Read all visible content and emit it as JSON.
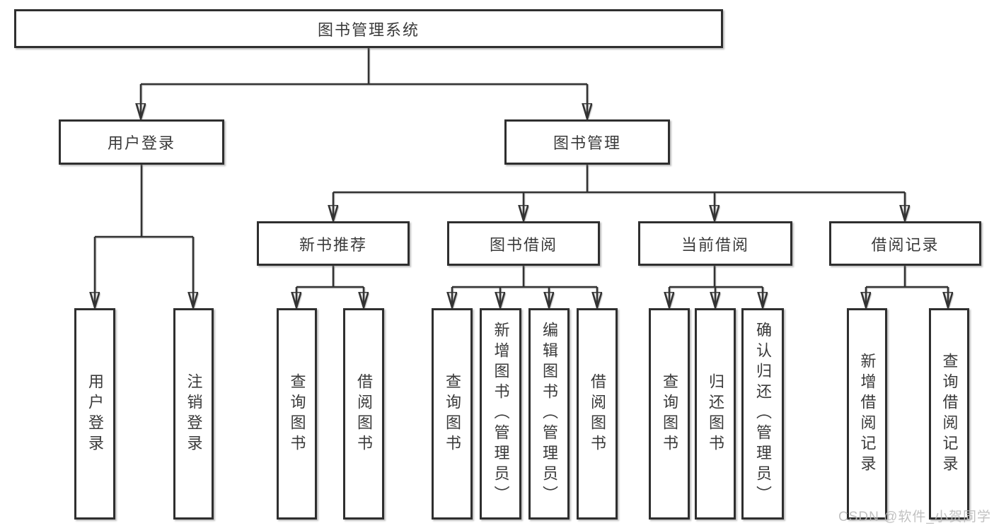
{
  "diagram": {
    "type": "hierarchy-tree",
    "root": {
      "label": "图书管理系统"
    },
    "level2": [
      {
        "label": "用户登录"
      },
      {
        "label": "图书管理"
      }
    ],
    "level3": [
      {
        "label": "新书推荐",
        "parent": "图书管理"
      },
      {
        "label": "图书借阅",
        "parent": "图书管理"
      },
      {
        "label": "当前借阅",
        "parent": "图书管理"
      },
      {
        "label": "借阅记录",
        "parent": "图书管理"
      }
    ],
    "leaves": [
      {
        "label": "用户登录",
        "parent": "用户登录"
      },
      {
        "label": "注销登录",
        "parent": "用户登录"
      },
      {
        "label": "查询图书",
        "parent": "新书推荐"
      },
      {
        "label": "借阅图书",
        "parent": "新书推荐"
      },
      {
        "label": "查询图书",
        "parent": "图书借阅"
      },
      {
        "label": "新增图书（管理员）",
        "parent": "图书借阅"
      },
      {
        "label": "编辑图书（管理员）",
        "parent": "图书借阅"
      },
      {
        "label": "借阅图书",
        "parent": "图书借阅"
      },
      {
        "label": "查询图书",
        "parent": "当前借阅"
      },
      {
        "label": "归还图书",
        "parent": "当前借阅"
      },
      {
        "label": "确认归还（管理员）",
        "parent": "当前借阅"
      },
      {
        "label": "新增借阅记录",
        "parent": "借阅记录"
      },
      {
        "label": "查询借阅记录",
        "parent": "借阅记录"
      }
    ],
    "colors": {
      "line": "#333333",
      "box_border": "#2f2f2f",
      "text": "#3a3a3a",
      "background": "#ffffff",
      "watermark": "#bcbcbc"
    }
  },
  "watermark": {
    "text": "CSDN @软件_小贺同学"
  }
}
